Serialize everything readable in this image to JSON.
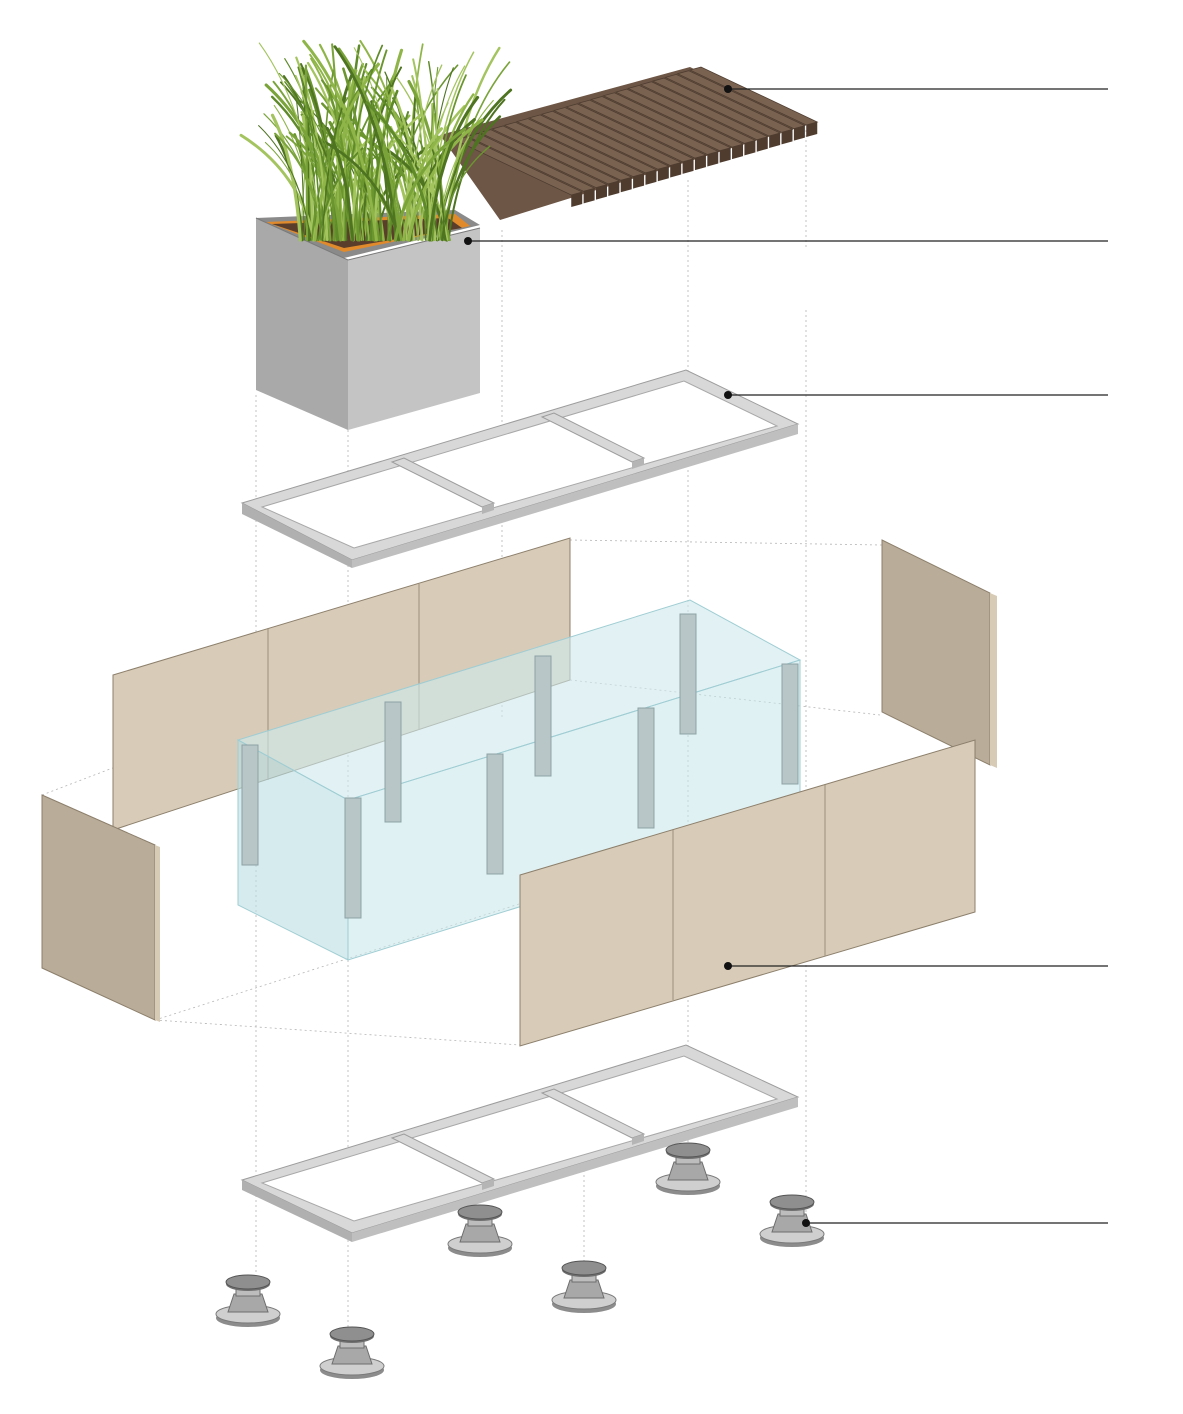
{
  "diagram": {
    "kind": "exploded-axonometric",
    "components": [
      {
        "id": "bench-slats",
        "material": "wood",
        "color": "#7a6250"
      },
      {
        "id": "planter-box",
        "material": "metal",
        "color": "#bdbdbd",
        "contents": "grass"
      },
      {
        "id": "top-frame",
        "material": "metal",
        "color": "#cfcfcf"
      },
      {
        "id": "side-cladding-panels",
        "material": "panel",
        "color": "#d5c7b0"
      },
      {
        "id": "inner-volume-with-posts",
        "material": "glass",
        "color": "#cfeaee"
      },
      {
        "id": "bottom-frame",
        "material": "metal",
        "color": "#cfcfcf"
      },
      {
        "id": "pedestal-feet",
        "material": "plastic",
        "color": "#9a9a9a"
      }
    ],
    "callouts": [
      {
        "target": "bench-slats",
        "text": ""
      },
      {
        "target": "planter-box",
        "text": ""
      },
      {
        "target": "top-frame",
        "text": ""
      },
      {
        "target": "side-cladding-panels",
        "text": ""
      },
      {
        "target": "pedestal-feet",
        "text": ""
      }
    ]
  }
}
